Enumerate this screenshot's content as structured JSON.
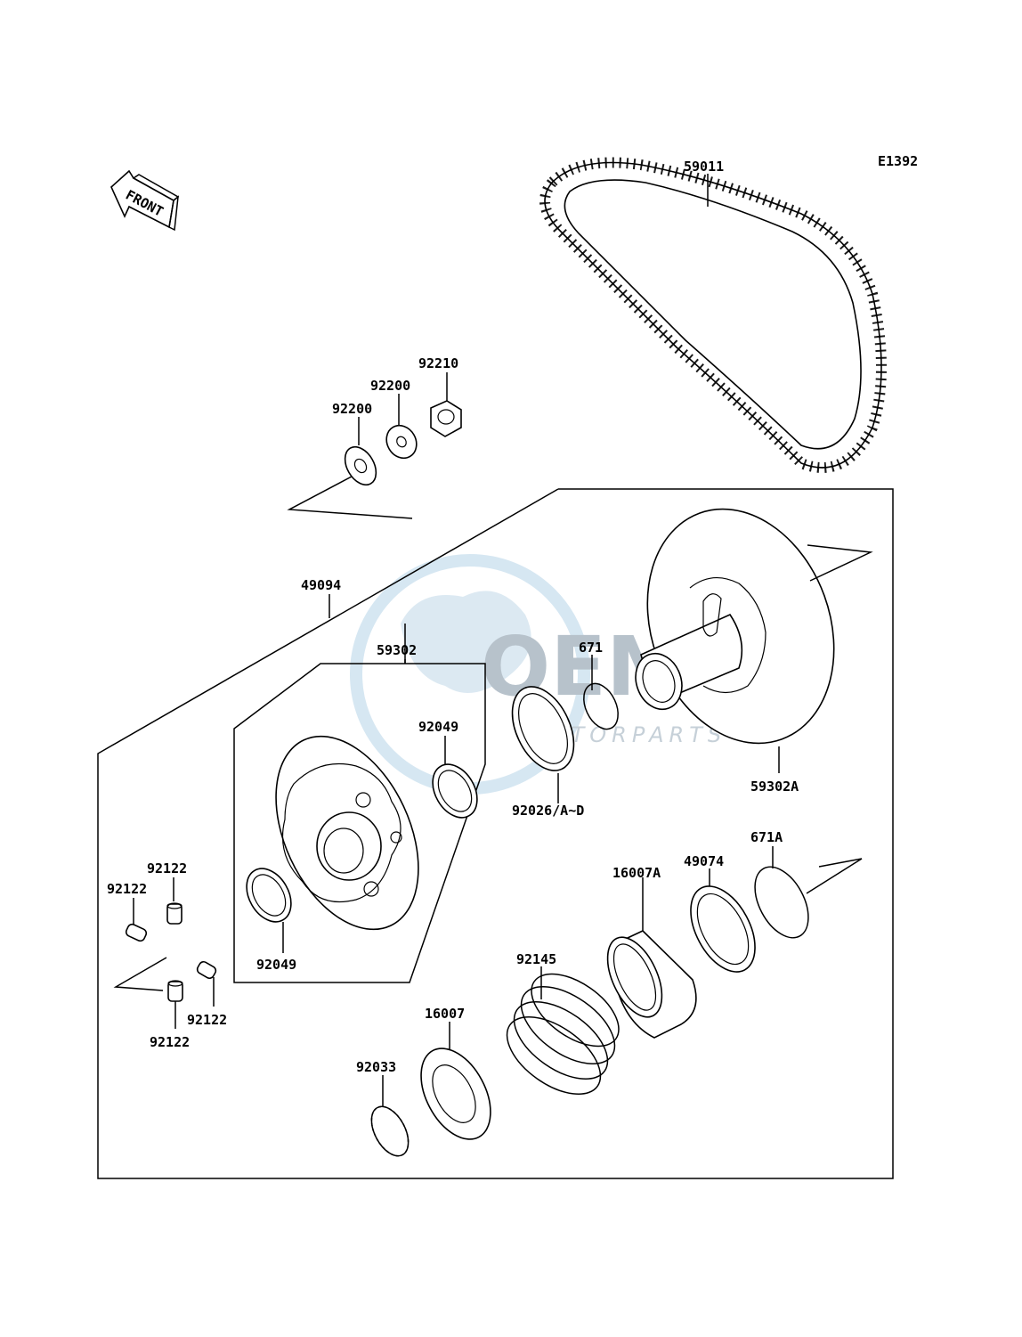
{
  "diagram_code": "E1392",
  "front_marker": "FRONT",
  "watermark": {
    "brand": "OEM",
    "tagline": "MOTORPARTS"
  },
  "parts": {
    "p59011": "59011",
    "p92210": "92210",
    "p92200a": "92200",
    "p92200b": "92200",
    "p49094": "49094",
    "p59302": "59302",
    "p671": "671",
    "p92049a": "92049",
    "p92049b": "92049",
    "p92026": "92026/A~D",
    "p59302A": "59302A",
    "p92122a": "92122",
    "p92122b": "92122",
    "p92122c": "92122",
    "p92122d": "92122",
    "p671A": "671A",
    "p49074": "49074",
    "p16007A": "16007A",
    "p92145": "92145",
    "p16007": "16007",
    "p92033": "92033"
  }
}
